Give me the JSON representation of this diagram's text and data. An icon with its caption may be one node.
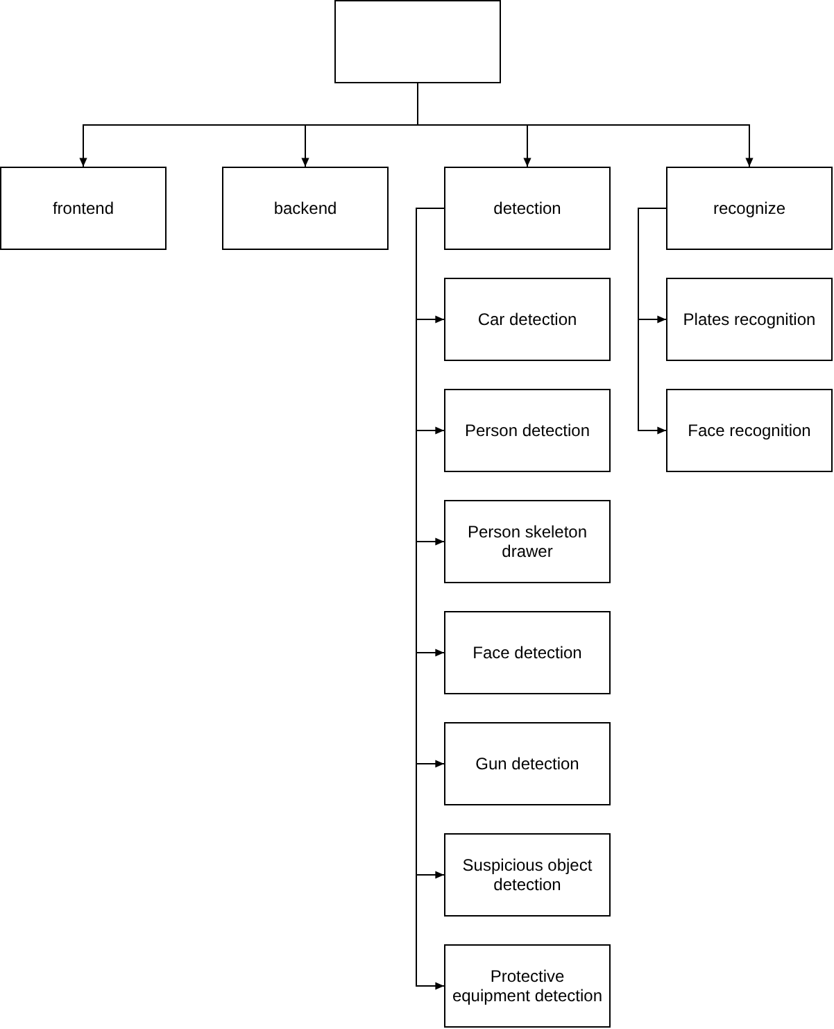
{
  "diagram": {
    "nodes": [
      {
        "text": [],
        "shape": "box"
      },
      {
        "text": [
          "frontend"
        ]
      },
      {
        "text": [
          "backend"
        ]
      },
      {
        "text": [
          "detection"
        ]
      },
      {
        "text": [
          "recognize"
        ]
      },
      {
        "text": [
          "Car detection"
        ]
      },
      {
        "text": [
          "Person detection"
        ]
      },
      {
        "text": [
          "Person skeleton drawer"
        ]
      },
      {
        "text": [
          "Face detection"
        ]
      },
      {
        "text": [
          "Gun detection"
        ]
      },
      {
        "text": [
          "Suspicious object detection"
        ]
      },
      {
        "text": [
          "Protective equipment detection"
        ]
      },
      {
        "text": [
          "Plates recognition"
        ]
      },
      {
        "text": [
          "Face recognition"
        ]
      }
    ],
    "edges": [
      {
        "from": 0,
        "to": 1,
        "arrow": "to"
      },
      {
        "from": 0,
        "to": 2,
        "arrow": "to"
      },
      {
        "from": 0,
        "to": 3,
        "arrow": "to"
      },
      {
        "from": 0,
        "to": 4,
        "arrow": "to"
      },
      {
        "from": 3,
        "to": 5,
        "arrow": "to"
      },
      {
        "from": 3,
        "to": 6,
        "arrow": "to"
      },
      {
        "from": 3,
        "to": 7,
        "arrow": "to"
      },
      {
        "from": 3,
        "to": 8,
        "arrow": "to"
      },
      {
        "from": 3,
        "to": 9,
        "arrow": "to"
      },
      {
        "from": 3,
        "to": 10,
        "arrow": "to"
      },
      {
        "from": 3,
        "to": 11,
        "arrow": "to"
      },
      {
        "from": 4,
        "to": 12,
        "arrow": "to"
      },
      {
        "from": 4,
        "to": 13,
        "arrow": "to"
      }
    ]
  }
}
